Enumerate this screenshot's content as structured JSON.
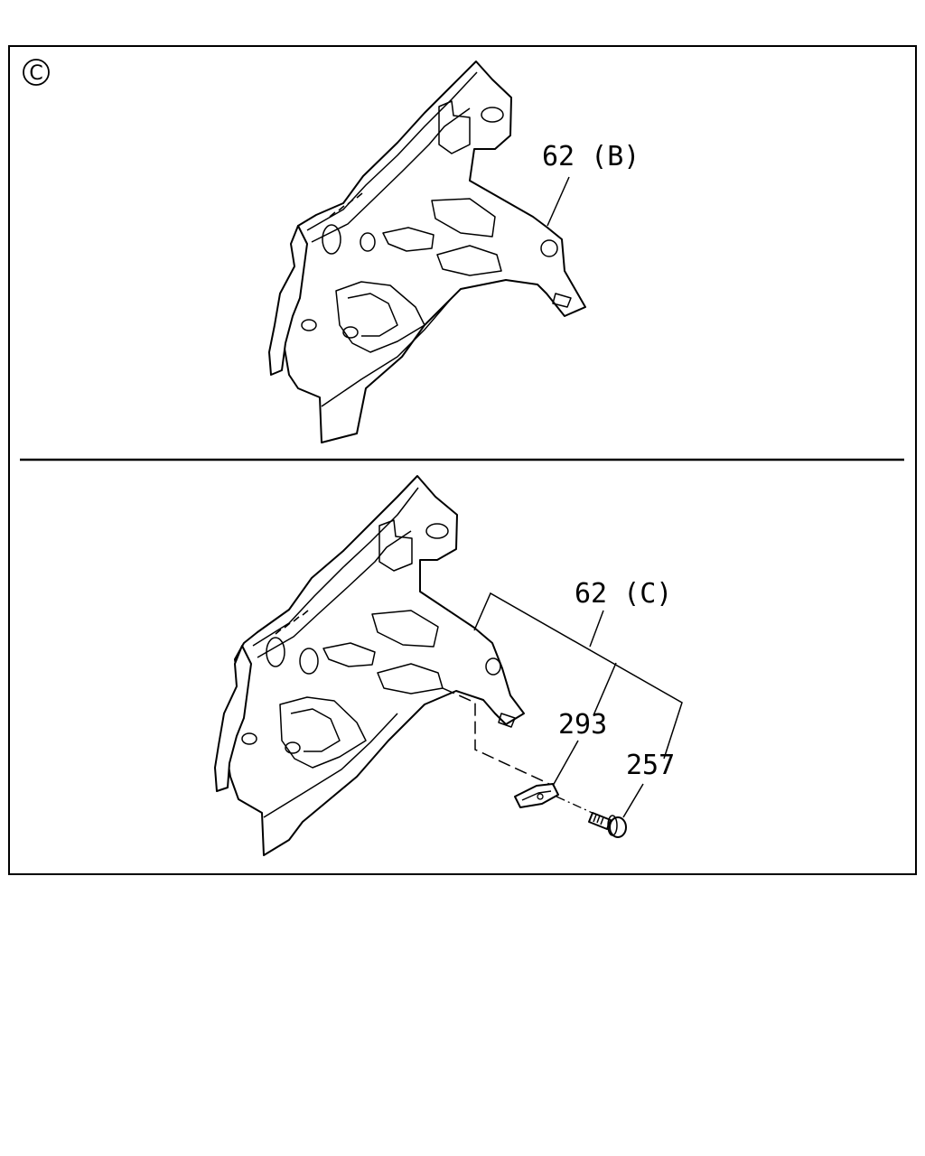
{
  "diagram": {
    "section_mark": "C",
    "top_panel": {
      "callout": "62 (B)"
    },
    "bottom_panel": {
      "callout_assembly": "62 (C)",
      "callout_bracket": "293",
      "callout_bolt": "257"
    }
  },
  "colors": {
    "line": "#000000",
    "background": "#ffffff"
  }
}
